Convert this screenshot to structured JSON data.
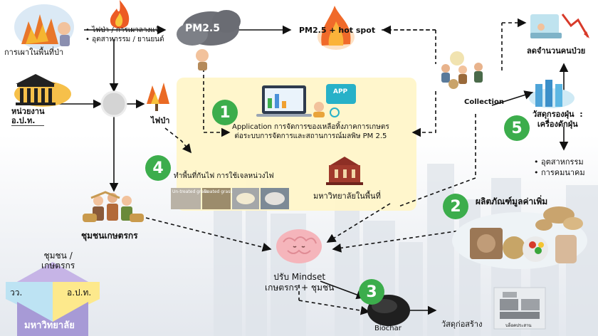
{
  "nodes": {
    "forest_burning_label": "การเผาในพื้นที่ป่า",
    "agency_label": "หน่วยงาน\nอ.ป.ท.",
    "causes": [
      "ไฟป่า / การเผาลางแจ้ง",
      "อุตสาหกรรม / ยานยนต์"
    ],
    "pm25_cloud": "PM2.5",
    "pm_hotspot": "PM2.5 +  hot spot",
    "forest_fire": "ไฟป่า",
    "app_label": "APP",
    "application_text": "Application การจัดการของเหลือทิ้งภาคการเกษตร\nต่อระบบการจัดการและสถานการณ์มลพิษ PM 2.5",
    "firebreak_label": "ทำพื้นที่กันไฟ  การใช้เจลหน่วงไฟ",
    "samples": [
      "Un-treated grass",
      "Treated grass",
      "",
      ""
    ],
    "local_university": "มหาวิทยาลัยในพื้นที่",
    "community": "ชุมชนเกษตรกร",
    "collection": "Collection",
    "reduce_patients": "ลดจำนวนคนป่วย",
    "dust_filter": "วัสดุกรองฝุ่น  :\nเครื่องดักฝุ่น",
    "dust_uses": [
      "อุตสาหกรรม",
      "การคมนาคม"
    ],
    "value_added": "ผลิตภัณฑ์มูลค่าเพิ่ม",
    "mindset": "ปรับ Mindset\nเกษตรกร + ชุมชน",
    "biochar": "Biochar",
    "construction": "วัสดุก่อสร้าง",
    "brick_caption": "บล็อคประสาน"
  },
  "steps": [
    "1",
    "2",
    "3",
    "4",
    "5"
  ],
  "stakeholders": {
    "top": "ชุมชน /\nเกษตรกร",
    "left": "วว.",
    "right": "อ.ป.ท.",
    "bottom": "มหาวิทยาลัย"
  },
  "colors": {
    "step_circle": "#3cad4c",
    "highlight_box": "#fff5c9",
    "arrow": "#111111",
    "quad_top": "#c6b4e6",
    "quad_left": "#bde3f3",
    "quad_right": "#fde98c",
    "quad_bottom": "#a79ad6"
  }
}
